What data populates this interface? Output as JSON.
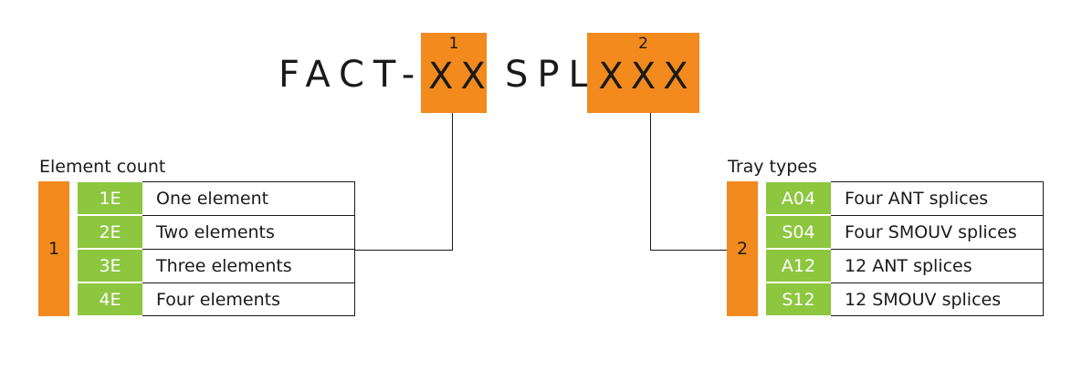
{
  "header": {
    "prefix": "FACT-",
    "middle": "SPL",
    "box1": {
      "number": "1",
      "value": "XX"
    },
    "box2": {
      "number": "2",
      "value": "XXX"
    }
  },
  "element_count": {
    "title": "Element count",
    "group_number": "1",
    "rows": [
      {
        "code": "1E",
        "label": "One element"
      },
      {
        "code": "2E",
        "label": "Two elements"
      },
      {
        "code": "3E",
        "label": "Three elements"
      },
      {
        "code": "4E",
        "label": "Four elements"
      }
    ]
  },
  "tray_types": {
    "title": "Tray types",
    "group_number": "2",
    "rows": [
      {
        "code": "A04",
        "label": "Four ANT splices"
      },
      {
        "code": "S04",
        "label": "Four SMOUV splices"
      },
      {
        "code": "A12",
        "label": "12 ANT splices"
      },
      {
        "code": "S12",
        "label": "12 SMOUV splices"
      }
    ]
  },
  "colors": {
    "orange": "#f28a1e",
    "green": "#8dc63f",
    "line": "#1a1a1a"
  }
}
